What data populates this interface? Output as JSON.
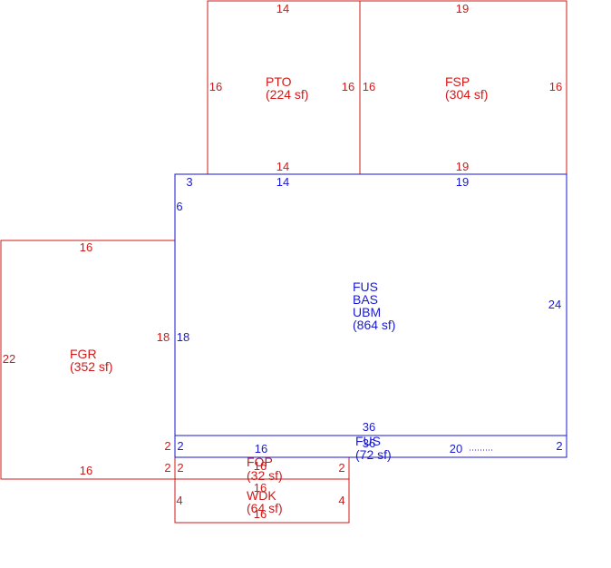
{
  "colors": {
    "red": "#d11a1a",
    "blue": "#1a1ad1",
    "background": "#ffffff"
  },
  "areas": [
    {
      "key": "pto",
      "name": "PTO",
      "area": "(224 sf)",
      "color": "red",
      "dims": {
        "top": "14",
        "left": "16",
        "right": "16",
        "bottom": "14"
      }
    },
    {
      "key": "fsp",
      "name": "FSP",
      "area": "(304 sf)",
      "color": "red",
      "dims": {
        "top": "19",
        "left": "16",
        "right": "16",
        "bottom": "19"
      }
    },
    {
      "key": "main",
      "name_lines": [
        "FUS",
        "BAS",
        "UBM"
      ],
      "area": "(864 sf)",
      "color": "blue",
      "dims": {
        "top_a": "3",
        "top_b": "14",
        "top_c": "19",
        "left_a": "6",
        "left_b": "18",
        "right": "24",
        "bottom": "36"
      }
    },
    {
      "key": "fgr",
      "name": "FGR",
      "area": "(352 sf)",
      "color": "red",
      "dims": {
        "top": "16",
        "left": "22",
        "right": "18",
        "bottom": "16"
      }
    },
    {
      "key": "fus2",
      "name": "FUS",
      "area": "(72 sf)",
      "color": "blue",
      "dims": {
        "top": "36",
        "left": "2",
        "right": "2",
        "bottom_a": "16",
        "bottom_b": "20"
      }
    },
    {
      "key": "fop",
      "name": "FOP",
      "area": "(32 sf)",
      "color": "red",
      "dims": {
        "top": "16",
        "left": "2",
        "right": "2",
        "left_outer": "2",
        "bottom": "16"
      }
    },
    {
      "key": "wdk",
      "name": "WDK",
      "area": "(64 sf)",
      "color": "red",
      "dims": {
        "top": "16",
        "left": "4",
        "right": "4",
        "bottom": "16"
      }
    }
  ]
}
